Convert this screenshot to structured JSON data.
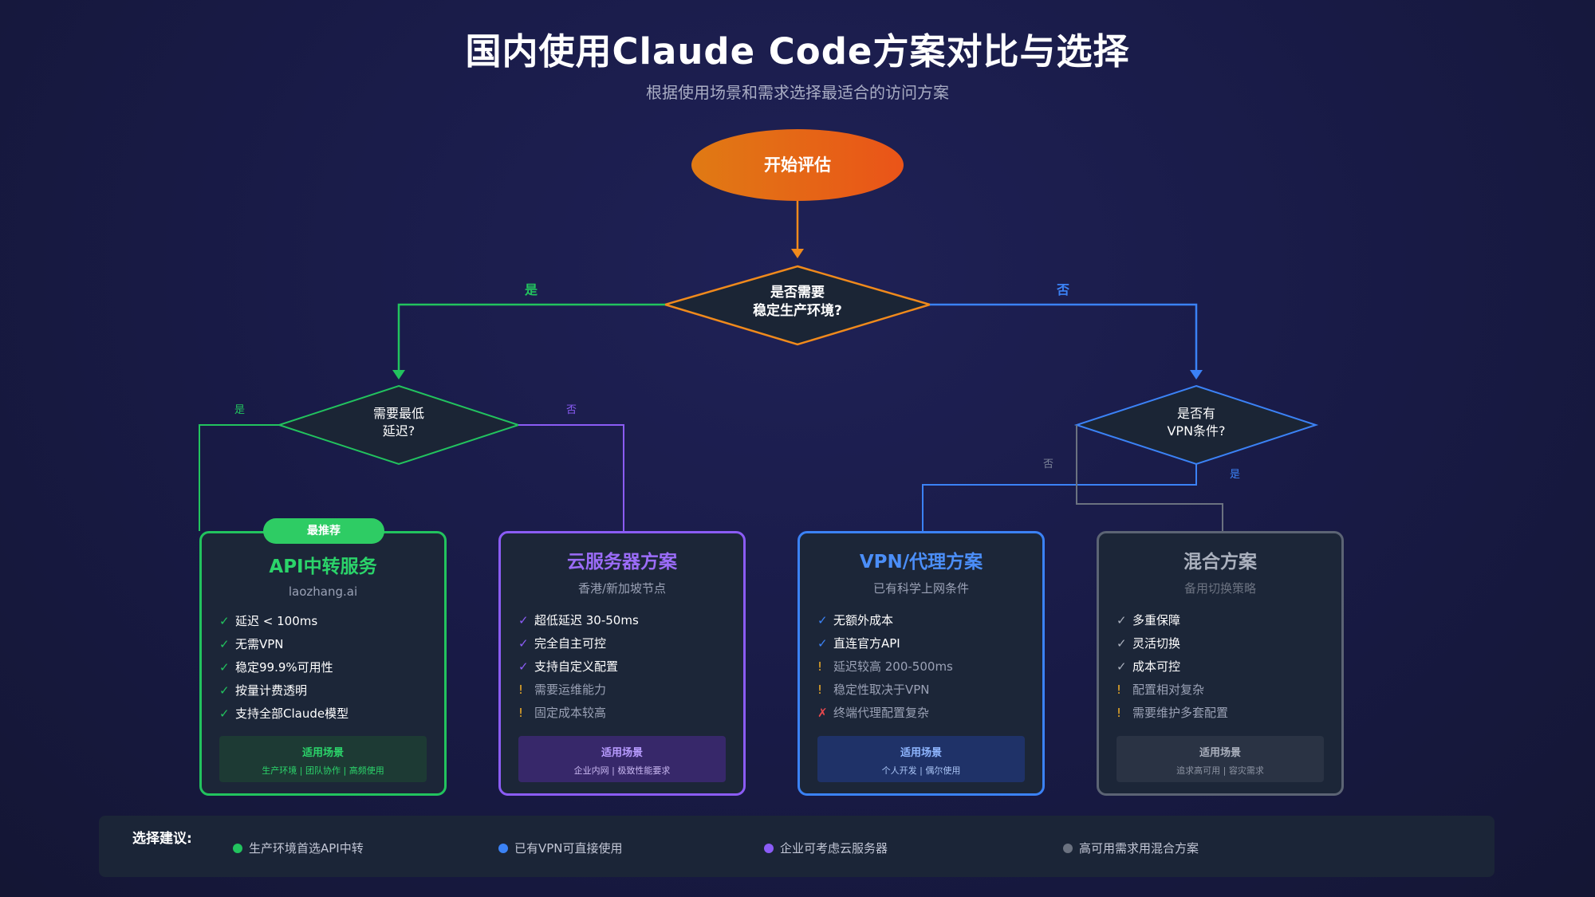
{
  "title": "国内使用Claude Code方案对比与选择",
  "subtitle": "根据使用场景和需求选择最适合的访问方案",
  "flow": {
    "start": "开始评估",
    "decision_main": [
      "是否需要",
      "稳定生产环境?"
    ],
    "decision_latency": [
      "需要最低",
      "延迟?"
    ],
    "decision_vpn": [
      "是否有",
      "VPN条件?"
    ],
    "labels": {
      "yes": "是",
      "no": "否"
    }
  },
  "colors": {
    "green": "#22c35e",
    "purple": "#8b5cf6",
    "blue": "#3b82f6",
    "gray": "#6b7280",
    "orange": "#f08a1c",
    "warn": "#f5b027",
    "cross": "#e5484d"
  },
  "badge": "最推荐",
  "cards": [
    {
      "title": "API中转服务",
      "subtitle": "laozhang.ai",
      "items": [
        {
          "mark": "✓",
          "text": "延迟 < 100ms"
        },
        {
          "mark": "✓",
          "text": "无需VPN"
        },
        {
          "mark": "✓",
          "text": "稳定99.9%可用性"
        },
        {
          "mark": "✓",
          "text": "按量计费透明"
        },
        {
          "mark": "✓",
          "text": "支持全部Claude模型"
        }
      ],
      "scene_title": "适用场景",
      "scene_desc": "生产环境 | 团队协作 | 高频使用"
    },
    {
      "title": "云服务器方案",
      "subtitle": "香港/新加坡节点",
      "items": [
        {
          "mark": "✓",
          "text": "超低延迟 30-50ms"
        },
        {
          "mark": "✓",
          "text": "完全自主可控"
        },
        {
          "mark": "✓",
          "text": "支持自定义配置"
        },
        {
          "mark": "!",
          "text": "需要运维能力"
        },
        {
          "mark": "!",
          "text": "固定成本较高"
        }
      ],
      "scene_title": "适用场景",
      "scene_desc": "企业内网 | 极致性能要求"
    },
    {
      "title": "VPN/代理方案",
      "subtitle": "已有科学上网条件",
      "items": [
        {
          "mark": "✓",
          "text": "无额外成本"
        },
        {
          "mark": "✓",
          "text": "直连官方API"
        },
        {
          "mark": "!",
          "text": "延迟较高 200-500ms"
        },
        {
          "mark": "!",
          "text": "稳定性取决于VPN"
        },
        {
          "mark": "✗",
          "text": "终端代理配置复杂"
        }
      ],
      "scene_title": "适用场景",
      "scene_desc": "个人开发 | 偶尔使用"
    },
    {
      "title": "混合方案",
      "subtitle": "备用切换策略",
      "items": [
        {
          "mark": "✓",
          "text": "多重保障"
        },
        {
          "mark": "✓",
          "text": "灵活切换"
        },
        {
          "mark": "✓",
          "text": "成本可控"
        },
        {
          "mark": "!",
          "text": "配置相对复杂"
        },
        {
          "mark": "!",
          "text": "需要维护多套配置"
        }
      ],
      "scene_title": "适用场景",
      "scene_desc": "追求高可用 | 容灾需求"
    }
  ],
  "footer": {
    "label": "选择建议:",
    "items": [
      "生产环境首选API中转",
      "已有VPN可直接使用",
      "企业可考虑云服务器",
      "高可用需求用混合方案"
    ]
  }
}
